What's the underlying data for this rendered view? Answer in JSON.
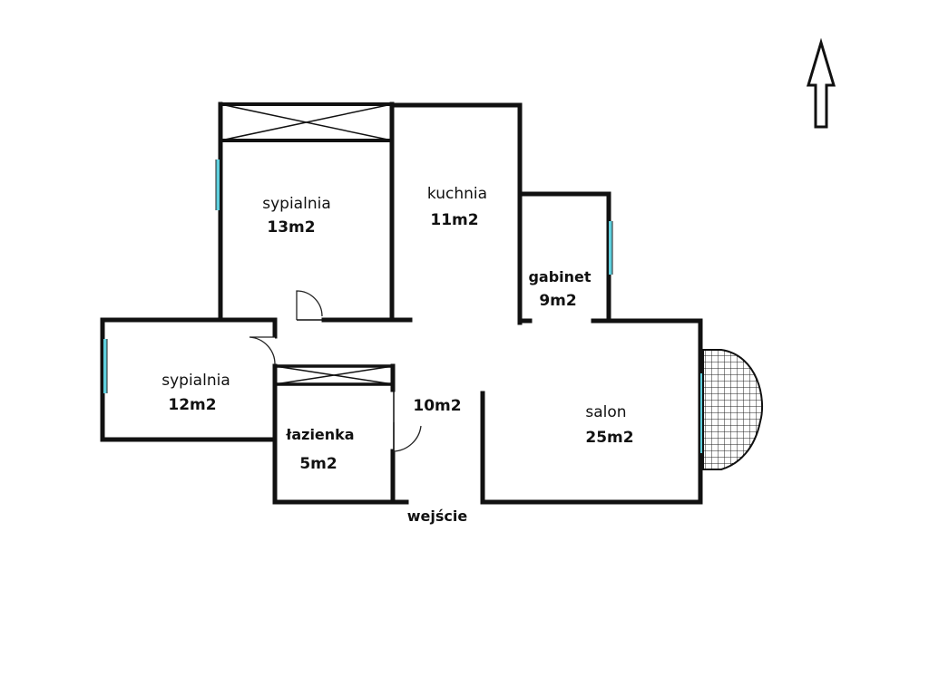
{
  "rooms": {
    "sypialnia_top": {
      "name": "sypialnia",
      "area": "13m2"
    },
    "kuchnia": {
      "name": "kuchnia",
      "area": "11m2"
    },
    "gabinet": {
      "name": "gabinet",
      "area": "9m2"
    },
    "sypialnia_left": {
      "name": "sypialnia",
      "area": "12m2"
    },
    "lazienka": {
      "name": "łazienka",
      "area": "5m2"
    },
    "hall": {
      "area": "10m2"
    },
    "salon": {
      "name": "salon",
      "area": "25m2"
    }
  },
  "entrance": {
    "label": "wejście"
  },
  "north_arrow": {
    "icon": "north-arrow-icon"
  },
  "colors": {
    "wall": "#111111",
    "window": "#5fd0de",
    "background": "#ffffff"
  }
}
